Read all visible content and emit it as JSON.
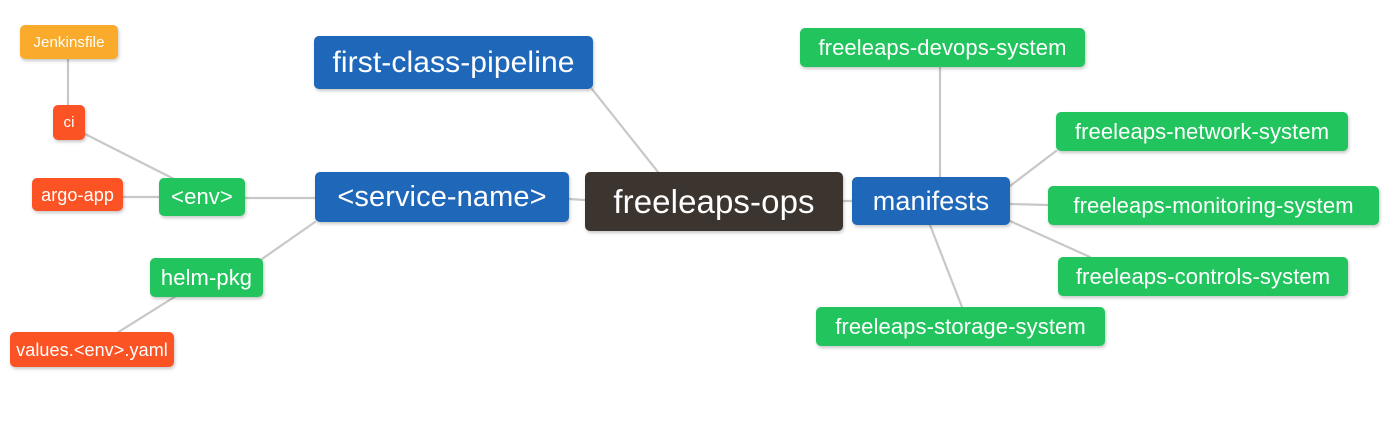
{
  "diagram": {
    "type": "mindmap",
    "title": "freeleaps-ops",
    "background": "#ffffff",
    "edge_color": "#c8c8c8",
    "palette": {
      "root": "#3b342f",
      "blue": "#1f67b9",
      "green": "#21c45d",
      "orange": "#fbab2c",
      "red": "#fc5325",
      "text": "#ffffff"
    },
    "nodes": {
      "root": {
        "label": "freeleaps-ops",
        "color": "#3b342f"
      },
      "first_class_pipeline": {
        "label": "first-class-pipeline",
        "color": "#1f67b9"
      },
      "service_name": {
        "label": "<service-name>",
        "color": "#1f67b9"
      },
      "manifests": {
        "label": "manifests",
        "color": "#1f67b9"
      },
      "env": {
        "label": "<env>",
        "color": "#21c45d"
      },
      "helm_pkg": {
        "label": "helm-pkg",
        "color": "#21c45d"
      },
      "jenkinsfile": {
        "label": "Jenkinsfile",
        "color": "#fbab2c"
      },
      "ci": {
        "label": "ci",
        "color": "#fc5325"
      },
      "argo_app": {
        "label": "argo-app",
        "color": "#fc5325"
      },
      "values_yaml": {
        "label": "values.<env>.yaml",
        "color": "#fc5325"
      },
      "devops_system": {
        "label": "freeleaps-devops-system",
        "color": "#21c45d"
      },
      "network_system": {
        "label": "freeleaps-network-system",
        "color": "#21c45d"
      },
      "monitoring_system": {
        "label": "freeleaps-monitoring-system",
        "color": "#21c45d"
      },
      "controls_system": {
        "label": "freeleaps-controls-system",
        "color": "#21c45d"
      },
      "storage_system": {
        "label": "freeleaps-storage-system",
        "color": "#21c45d"
      }
    },
    "edges": [
      {
        "from": "root",
        "to": "first_class_pipeline"
      },
      {
        "from": "root",
        "to": "service_name"
      },
      {
        "from": "root",
        "to": "manifests"
      },
      {
        "from": "service_name",
        "to": "env"
      },
      {
        "from": "service_name",
        "to": "helm_pkg"
      },
      {
        "from": "env",
        "to": "ci"
      },
      {
        "from": "env",
        "to": "argo_app"
      },
      {
        "from": "ci",
        "to": "jenkinsfile"
      },
      {
        "from": "helm_pkg",
        "to": "values_yaml"
      },
      {
        "from": "manifests",
        "to": "devops_system"
      },
      {
        "from": "manifests",
        "to": "network_system"
      },
      {
        "from": "manifests",
        "to": "monitoring_system"
      },
      {
        "from": "manifests",
        "to": "controls_system"
      },
      {
        "from": "manifests",
        "to": "storage_system"
      }
    ]
  }
}
